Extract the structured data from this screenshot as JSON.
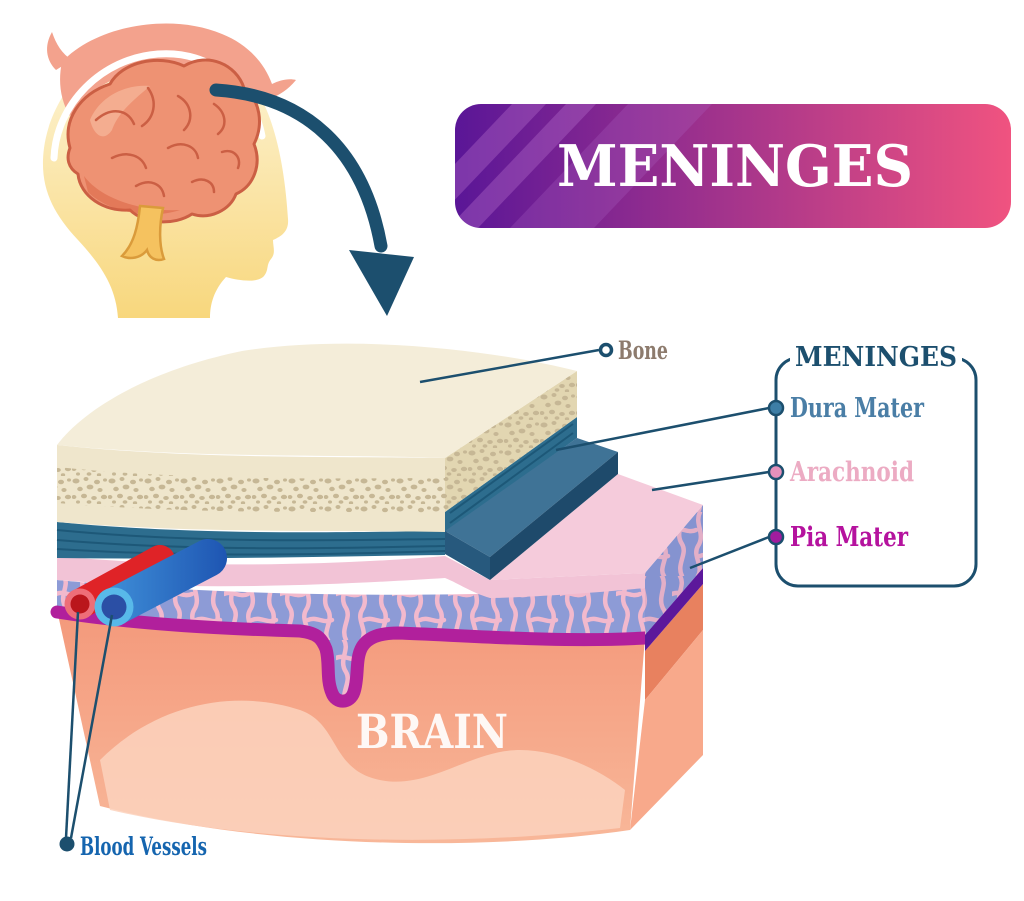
{
  "title_banner": {
    "text": "MENINGES",
    "gradient_left": "#5a1697",
    "gradient_right": "#f05380",
    "stripe_color": "#b168c9",
    "text_color": "#ffffff"
  },
  "legend": {
    "title": "MENINGES",
    "border_color": "#1c4f6e",
    "items": [
      {
        "label": "Dura Mater",
        "color": "#4a7ea6",
        "dot_color": "#3d7ea6"
      },
      {
        "label": "Arachnoid",
        "color": "#ecabc3",
        "dot_color": "#e591bb"
      },
      {
        "label": "Pia Mater",
        "color": "#b5129e",
        "dot_color": "#a11c9e"
      }
    ]
  },
  "callouts": {
    "bone": {
      "label": "Bone",
      "color": "#8d7b6d"
    },
    "blood_vessels": {
      "label": "Blood Vessels",
      "color": "#1565af"
    },
    "brain": {
      "label": "BRAIN",
      "color": "#ffffff"
    }
  },
  "colors": {
    "navy": "#1c4f6e",
    "bone-cream-top": "#f4edd9",
    "bone-cream-front": "#efe6cc",
    "bone-tan-side": "#e2d6b1",
    "bone-speckle": "#c6b795",
    "dura-teal": "#2d6d8e",
    "dura-stripe": "#1d5878",
    "dura-step-top": "#3f7396",
    "dura-step-front": "#27597d",
    "dura-step-side": "#1e4a6b",
    "arachnoid-pink": "#f2c3d6",
    "arachnoid-pink-top": "#f5cbdb",
    "web-bg": "#8d9bd6",
    "web-fiber": "#f2b9cd",
    "pia-magenta": "#b1209c",
    "pia-side-purple": "#5c189b",
    "brain-top": "#f4997b",
    "brain-bottom": "#f8b799",
    "brain-highlight": "#fbd2bd",
    "brain-side-dark": "#e8815f",
    "brain-side-light": "#f8a98b",
    "vessel-red": "#df2327",
    "vessel-red-rim": "#ee6e78",
    "vessel-red-core": "#ba161c",
    "vessel-blue": "#2b6cc8",
    "vessel-blue-rim": "#58b9e9",
    "vessel-blue-core": "#2b4fa5",
    "face-yellow-top": "#fdf6dc",
    "face-yellow": "#f8d77d",
    "hair-salmon": "#f3a28d",
    "head-brain": "#ee9273",
    "head-brain-line": "#cb5f44",
    "brainstem-yellow": "#f5c25f"
  }
}
